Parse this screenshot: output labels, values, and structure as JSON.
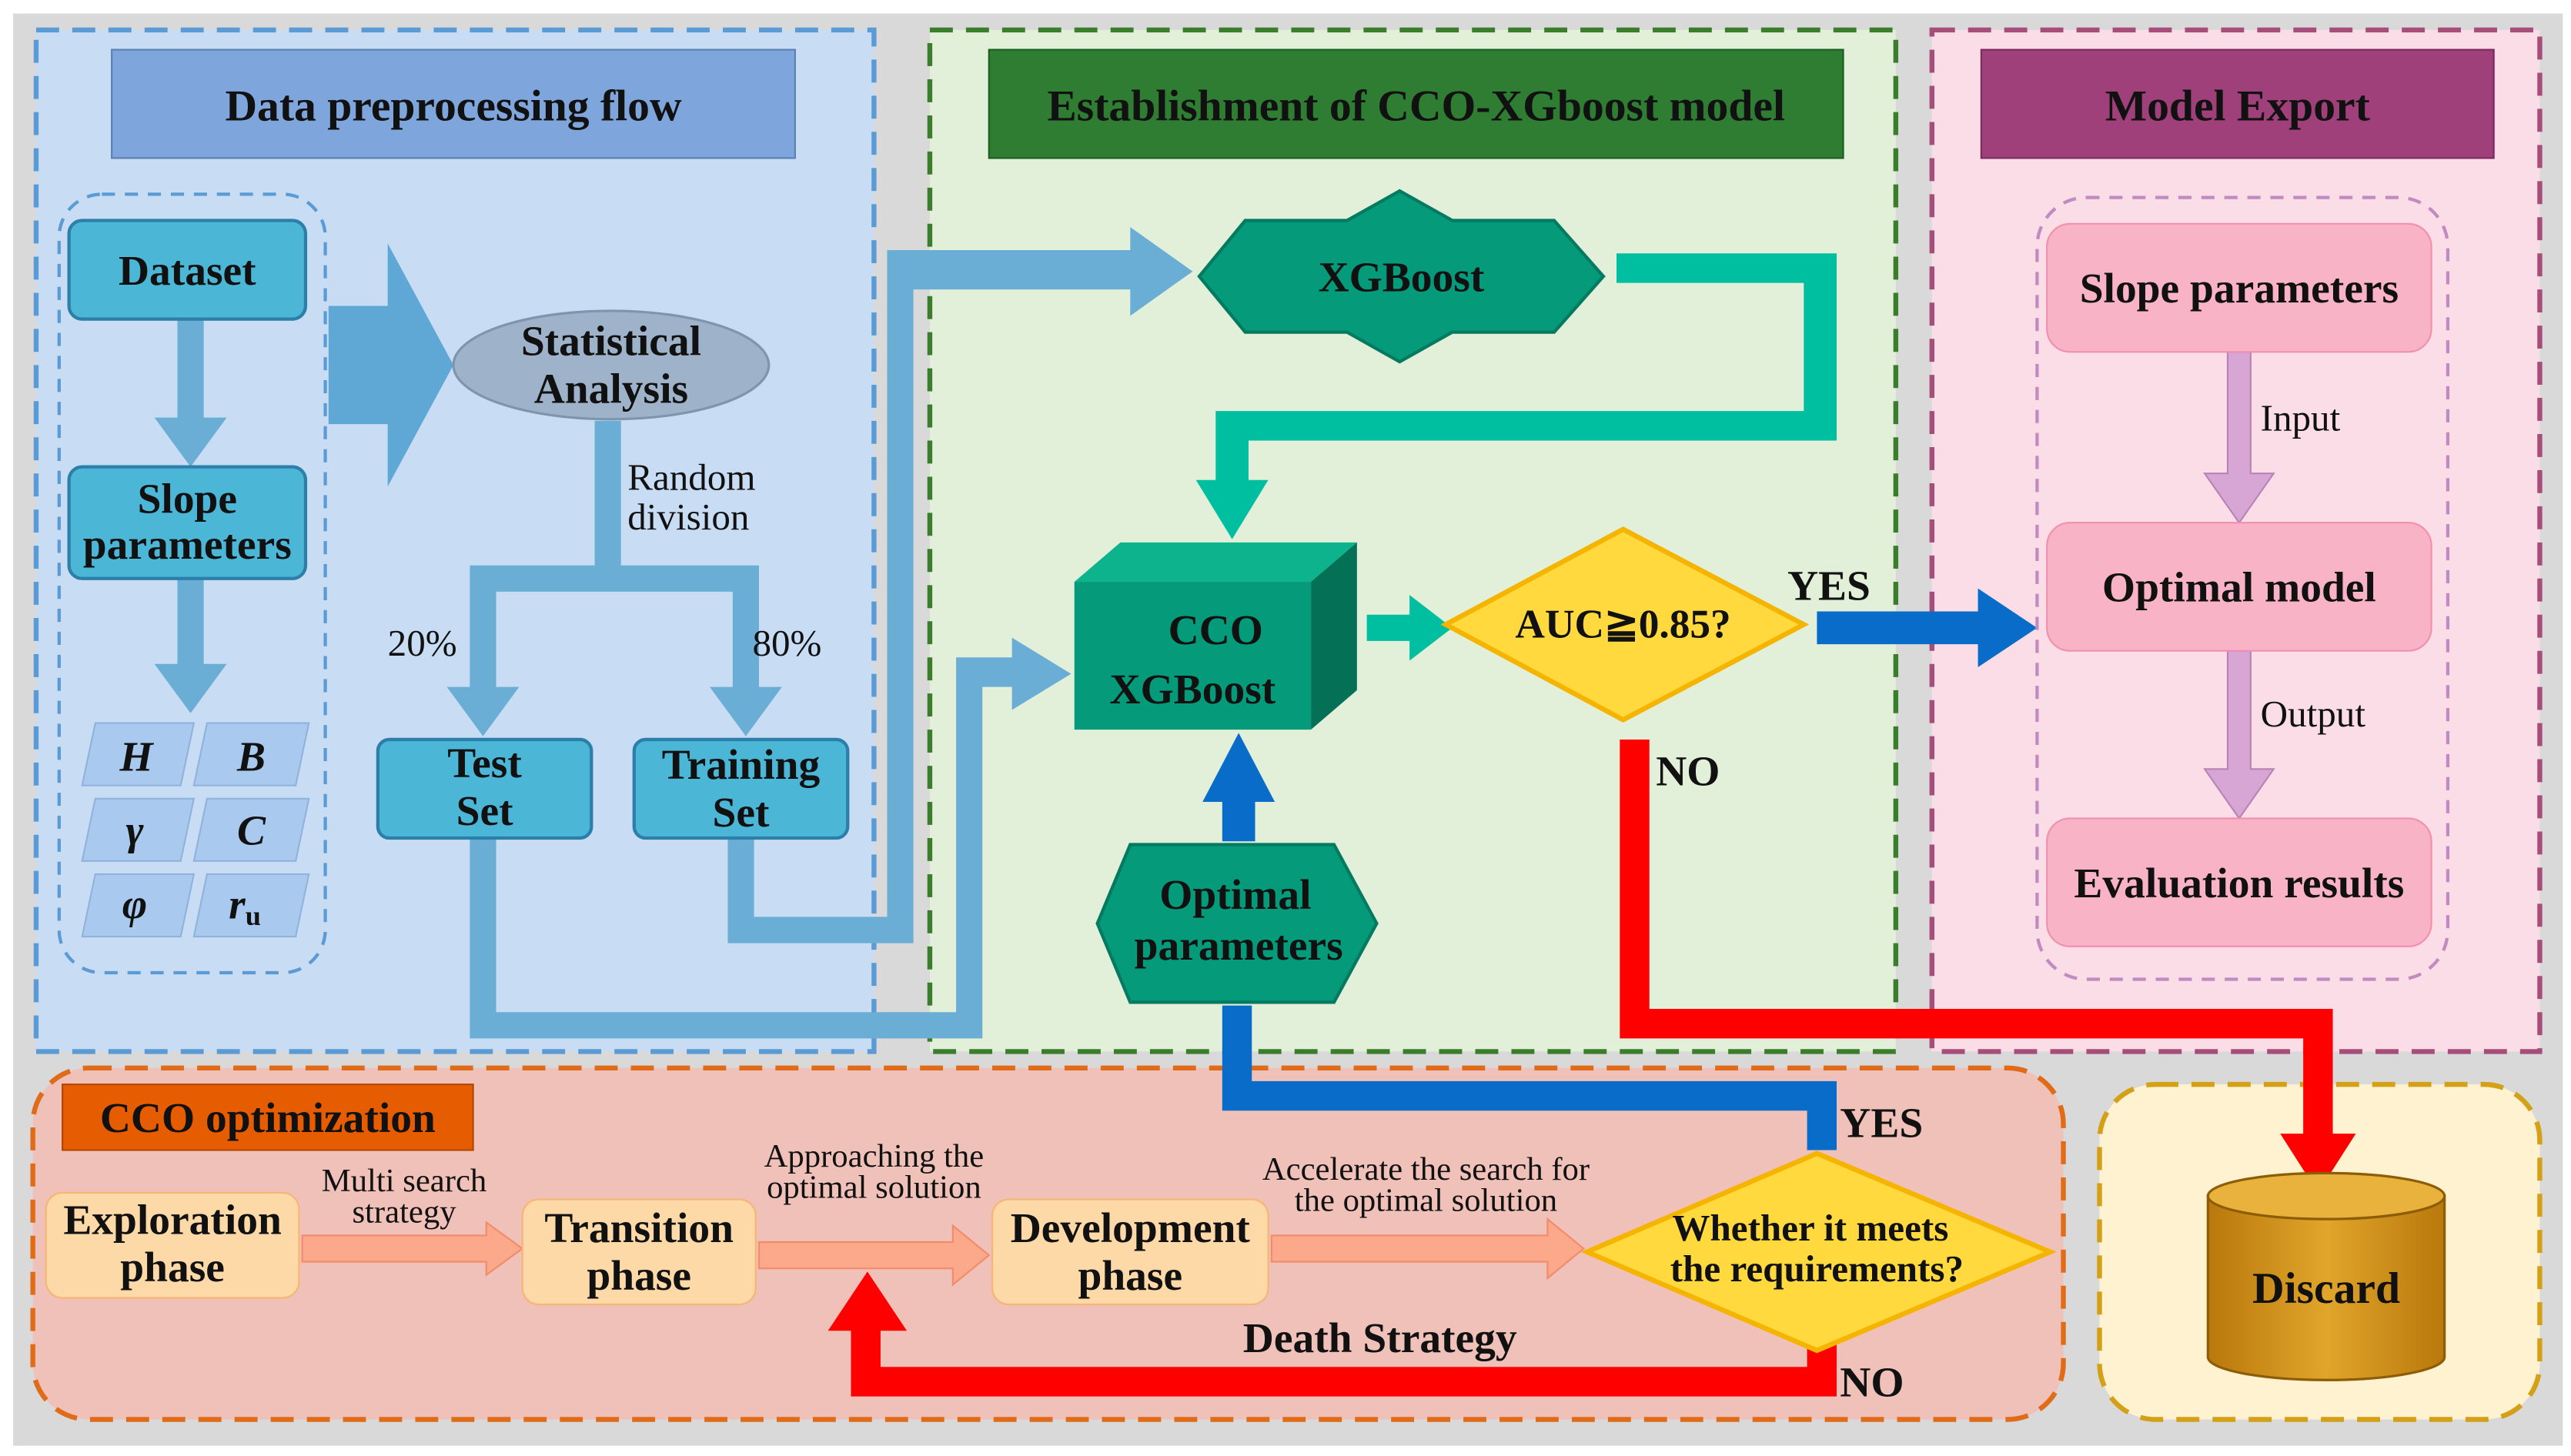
{
  "colors": {
    "outer_bg": "#d9d9d9",
    "data_panel_bg": "#c8ddf3",
    "data_panel_border": "#5b9bd5",
    "data_title_bg": "#7ea6dc",
    "model_panel_bg": "#e2efd9",
    "model_panel_border": "#3a7d2a",
    "model_title_bg": "#2e7d32",
    "export_panel_bg": "#fbdde8",
    "export_panel_border": "#a64d79",
    "export_title_bg": "#a0407a",
    "cco_panel_bg": "#f0c1b8",
    "cco_panel_border": "#e06c1a",
    "cco_title_bg": "#e65c00",
    "discard_panel_bg": "#fef2d0",
    "discard_panel_border": "#d4a017",
    "blue_node": "#4cb6d6",
    "blue_arrow": "#6aaed6",
    "teal_node": "#059a7a",
    "teal_arrow": "#00bfa0",
    "gold_decision": "#ffd93d",
    "pink_node": "#f9b3c6",
    "orange_node": "#fdd9a8",
    "red_arrow": "#ff0000",
    "dark_blue_arrow": "#0a6cc9",
    "cylinder": "#d49219"
  },
  "panels": {
    "data_preprocessing": {
      "title": "Data preprocessing flow"
    },
    "model_establishment": {
      "title": "Establishment of CCO-XGboost model"
    },
    "model_export": {
      "title": "Model Export"
    },
    "cco_optimization": {
      "title": "CCO optimization"
    }
  },
  "nodes": {
    "dataset": "Dataset",
    "slope_parameters_left": [
      "Slope",
      "parameters"
    ],
    "parameter_tiles": {
      "h": "H",
      "b": "B",
      "gamma": "γ",
      "c": "C",
      "phi": "φ",
      "ru_main": "r",
      "ru_sub": "u"
    },
    "statistical_analysis": [
      "Statistical",
      "Analysis"
    ],
    "test_set": [
      "Test",
      "Set"
    ],
    "training_set": [
      "Training",
      "Set"
    ],
    "xgboost": "XGBoost",
    "cco_xgboost": [
      "CCO",
      "XGBoost"
    ],
    "auc_decision": "AUC≧0.85?",
    "optimal_parameters": [
      "Optimal",
      "parameters"
    ],
    "slope_parameters_right": "Slope parameters",
    "optimal_model": "Optimal model",
    "evaluation_results": "Evaluation results",
    "discard": "Discard",
    "exploration_phase": [
      "Exploration",
      "phase"
    ],
    "transition_phase": [
      "Transition",
      "phase"
    ],
    "development_phase": [
      "Development",
      "phase"
    ],
    "requirements_decision": [
      "Whether it meets",
      "the requirements?"
    ]
  },
  "labels": {
    "random_division": [
      "Random",
      "division"
    ],
    "split_test": "20%",
    "split_train": "80%",
    "auc_yes": "YES",
    "auc_no": "NO",
    "input": "Input",
    "output": "Output",
    "multi_search": [
      "Multi search",
      "strategy"
    ],
    "approaching": [
      "Approaching the",
      "optimal solution"
    ],
    "accelerate": [
      "Accelerate the search for",
      "the optimal solution"
    ],
    "req_yes": "YES",
    "req_no": "NO",
    "death_strategy": "Death Strategy"
  }
}
